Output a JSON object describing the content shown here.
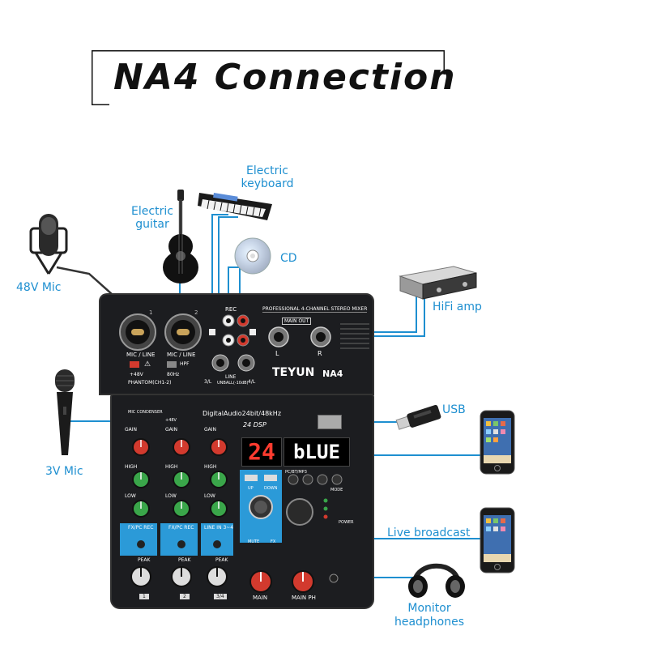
{
  "title": "NA4 Connection",
  "labels": {
    "mic48": "48V Mic",
    "guitar": "Electric guitar",
    "keyboard": "Electric keyboard",
    "cd": "CD",
    "hifi": "HiFi amp",
    "usb": "USB",
    "mic3": "3V Mic",
    "broadcast": "Live broadcast",
    "monitor": "Monitor headphones"
  },
  "mixer": {
    "brand": "TEYUN",
    "model": "NA4",
    "header": "PROFESSIONAL 4-CHANNEL STEREO MIXER",
    "main_out": "MAIN OUT",
    "rec": "REC",
    "digital": "DigitalAudio24bit/48kHz",
    "dsp": "24 DSP",
    "display_left": "24",
    "display_right": "bLUE",
    "mic_line": "MIC / LINE",
    "phantom": "PHANTOM(CH1-2)",
    "line_label": "LINE",
    "unbal": "UNBALL(-10dB)",
    "ch34_left": "3/L",
    "ch34_right": "4/L",
    "out_l": "L",
    "out_r": "R",
    "mic_condenser": "MIC CONDENSER",
    "v48": "+48V",
    "hpf": "HPF",
    "hz80": "80Hz",
    "gain": "GAIN",
    "high": "HIGH",
    "low": "LOW",
    "fx_pc_rec": "FX/PC REC",
    "line_in": "LINE IN 3~4",
    "peak": "PEAK",
    "main": "MAIN",
    "main_ph": "MAIN PH",
    "pc_bt_mp3": "PC/BT/MP3",
    "mode": "MODE",
    "up": "UP",
    "down": "DOWN",
    "mute": "MUTE",
    "fx": "FX",
    "power": "POWER",
    "ch1": "1",
    "ch2": "2",
    "ch34": "3/4"
  },
  "colors": {
    "accent": "#1e8fd0",
    "panel": "#1c1d20",
    "blue_strip": "#2b9ad8",
    "knob_red": "#d23a2e",
    "knob_green": "#3aa64a",
    "display_red": "#ff3b2f",
    "display_white": "#ffffff"
  }
}
